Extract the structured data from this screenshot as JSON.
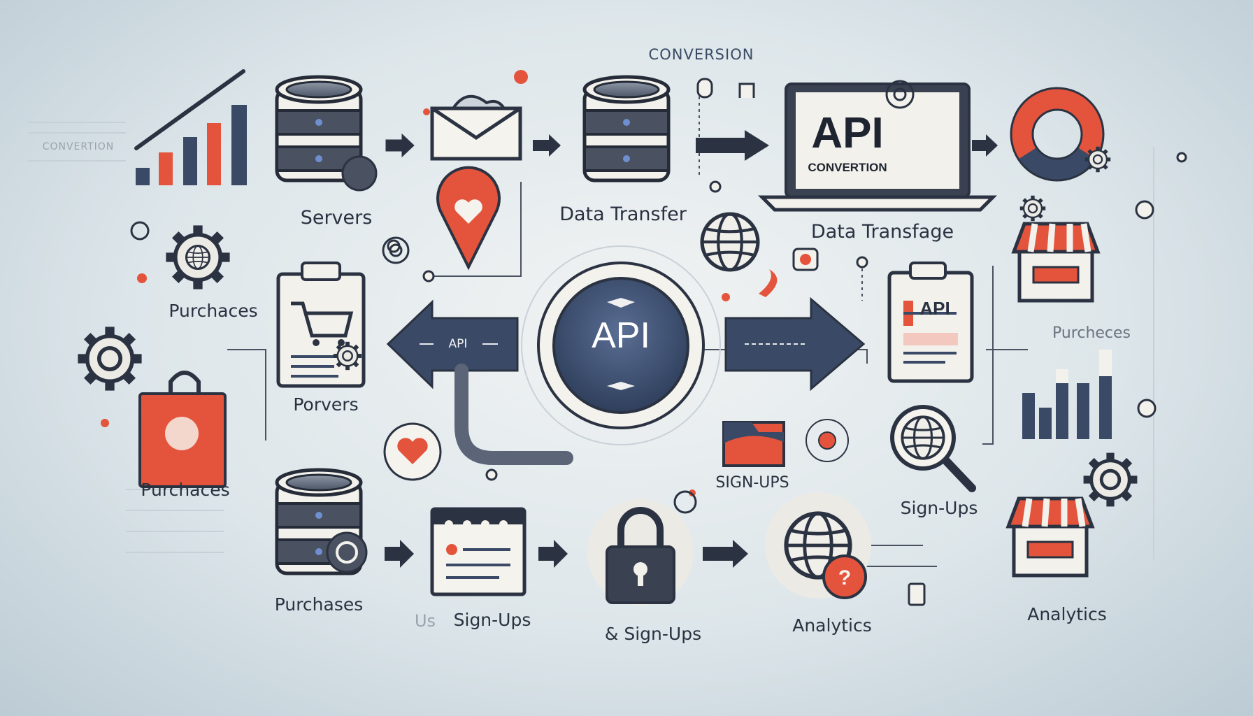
{
  "header": {
    "top_caption": "CONVERSION",
    "side_caption": "CONVERTION"
  },
  "center": {
    "hub_text": "API",
    "left_arrow_text": "API"
  },
  "laptop": {
    "screen_title": "API",
    "screen_subtitle": "CONVERTION"
  },
  "document_right": {
    "text": "API"
  },
  "labels": {
    "servers": "Servers",
    "data_transfer": "Data Transfer",
    "data_transfage": "Data Transfage",
    "purchaces_left": "Purchaces",
    "porvers": "Porvers",
    "purchaces_bag": "Purchaces",
    "purcheces_right": "Purcheces",
    "sign_ups_mid": "SIGN-UPS",
    "sign_ups_right": "Sign-Ups",
    "purchases_bottom": "Purchases",
    "sign_ups_bottom_prefix": "Us",
    "sign_ups_bottom": "Sign-Ups",
    "and_sign_ups": "& Sign-Ups",
    "analytics_mid": "Analytics",
    "analytics_right": "Analytics"
  },
  "colors": {
    "navy": "#3a4a66",
    "dark": "#2b3342",
    "accent": "#e4543c",
    "paper": "#f4f1ea",
    "background": "#e4eaed"
  },
  "icons": [
    "bar-chart-icon",
    "database-icon",
    "envelope-icon",
    "database-icon",
    "laptop-icon",
    "donut-chart-icon",
    "gear-icon",
    "location-pin-icon",
    "globe-icon",
    "clipboard-cart-icon",
    "document-icon",
    "storefront-icon",
    "shopping-bag-icon",
    "heart-icon",
    "calendar-icon",
    "lock-icon",
    "globe-question-icon",
    "magnifier-globe-icon",
    "folder-icon"
  ]
}
